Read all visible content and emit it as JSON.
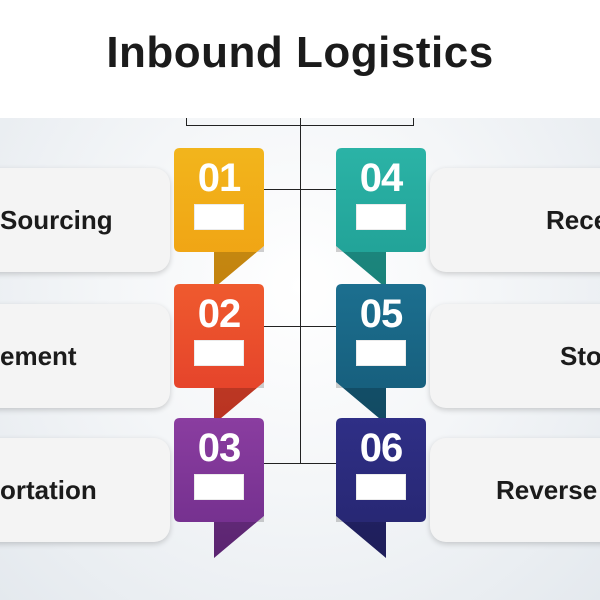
{
  "title": "Inbound Logistics",
  "steps": [
    {
      "number": "01",
      "label": "Sourcing",
      "color_top": "#f2b51c",
      "color_bottom": "#f0a012",
      "side": "left"
    },
    {
      "number": "02",
      "label": "ement",
      "color_top": "#ef5a2e",
      "color_bottom": "#e23d2a",
      "side": "left"
    },
    {
      "number": "03",
      "label": "ortation",
      "color_top": "#8a3da0",
      "color_bottom": "#6f2d8a",
      "side": "left"
    },
    {
      "number": "04",
      "label": "Rece",
      "color_top": "#2bb3a6",
      "color_bottom": "#1f9e94",
      "side": "right"
    },
    {
      "number": "05",
      "label": "Sto",
      "color_top": "#1c6f8f",
      "color_bottom": "#155a78",
      "side": "right"
    },
    {
      "number": "06",
      "label": "Reverse",
      "color_top": "#2f2f86",
      "color_bottom": "#25256e",
      "side": "right"
    }
  ]
}
